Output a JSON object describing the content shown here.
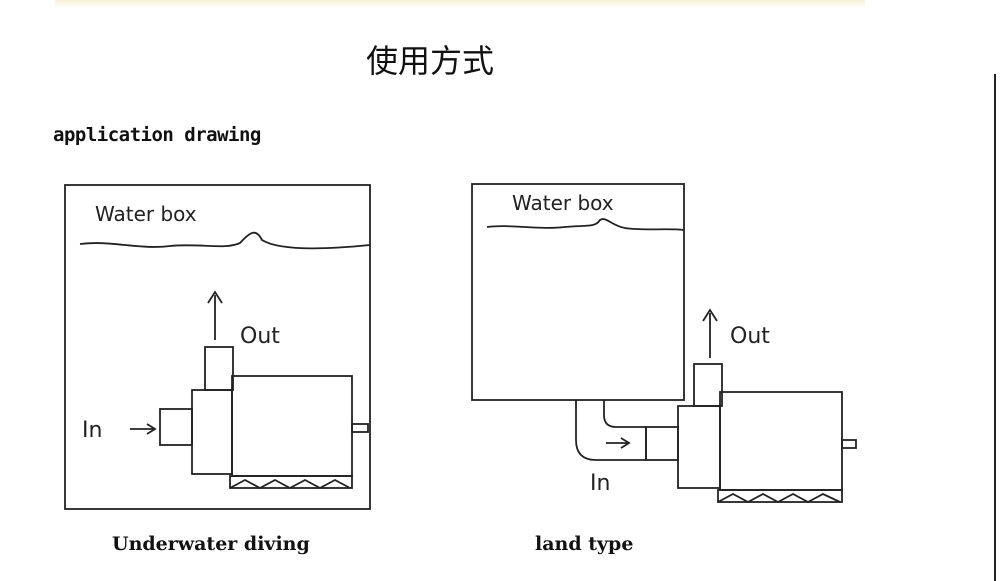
{
  "title": "使用方式",
  "section_label": "application drawing",
  "diagrams": [
    {
      "name": "underwater",
      "water_label": "Water box",
      "out_label": "Out",
      "in_label": "In",
      "caption": "Underwater diving"
    },
    {
      "name": "land",
      "water_label": "Water box",
      "out_label": "Out",
      "in_label": "In",
      "caption": "land type"
    }
  ]
}
